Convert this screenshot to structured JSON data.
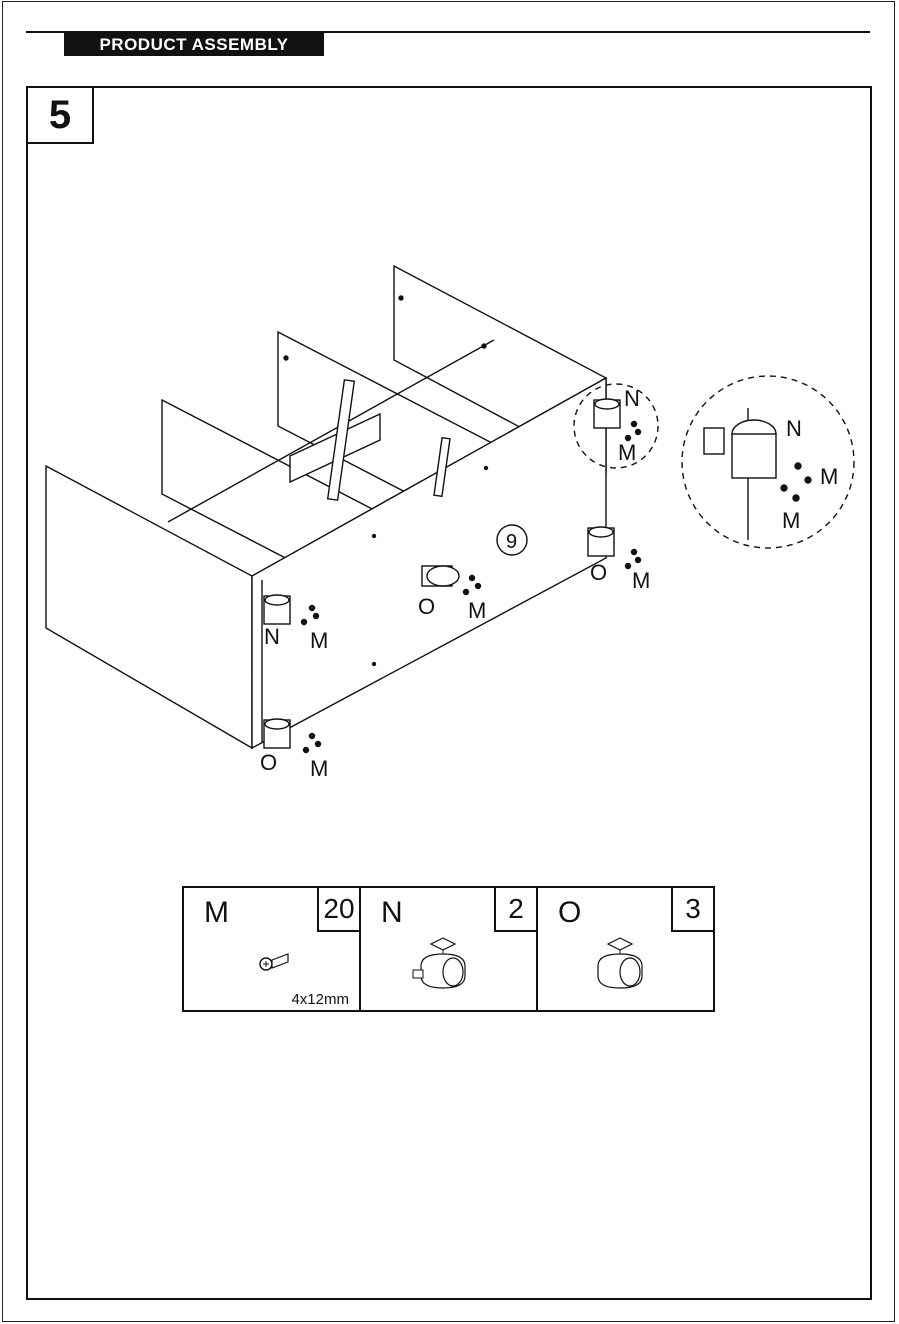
{
  "header": {
    "title": "PRODUCT ASSEMBLY"
  },
  "step": {
    "number": "5"
  },
  "diagram": {
    "panel_number": "9",
    "labels": {
      "caster_swivel": "N",
      "caster_fixed": "O",
      "screw": "M"
    }
  },
  "parts": [
    {
      "letter": "M",
      "quantity": "20",
      "size": "4x12mm",
      "icon": "screw-icon"
    },
    {
      "letter": "N",
      "quantity": "2",
      "icon": "caster-with-brake-icon"
    },
    {
      "letter": "O",
      "quantity": "3",
      "icon": "caster-icon"
    }
  ],
  "colors": {
    "ink": "#111111",
    "paper": "#ffffff"
  }
}
